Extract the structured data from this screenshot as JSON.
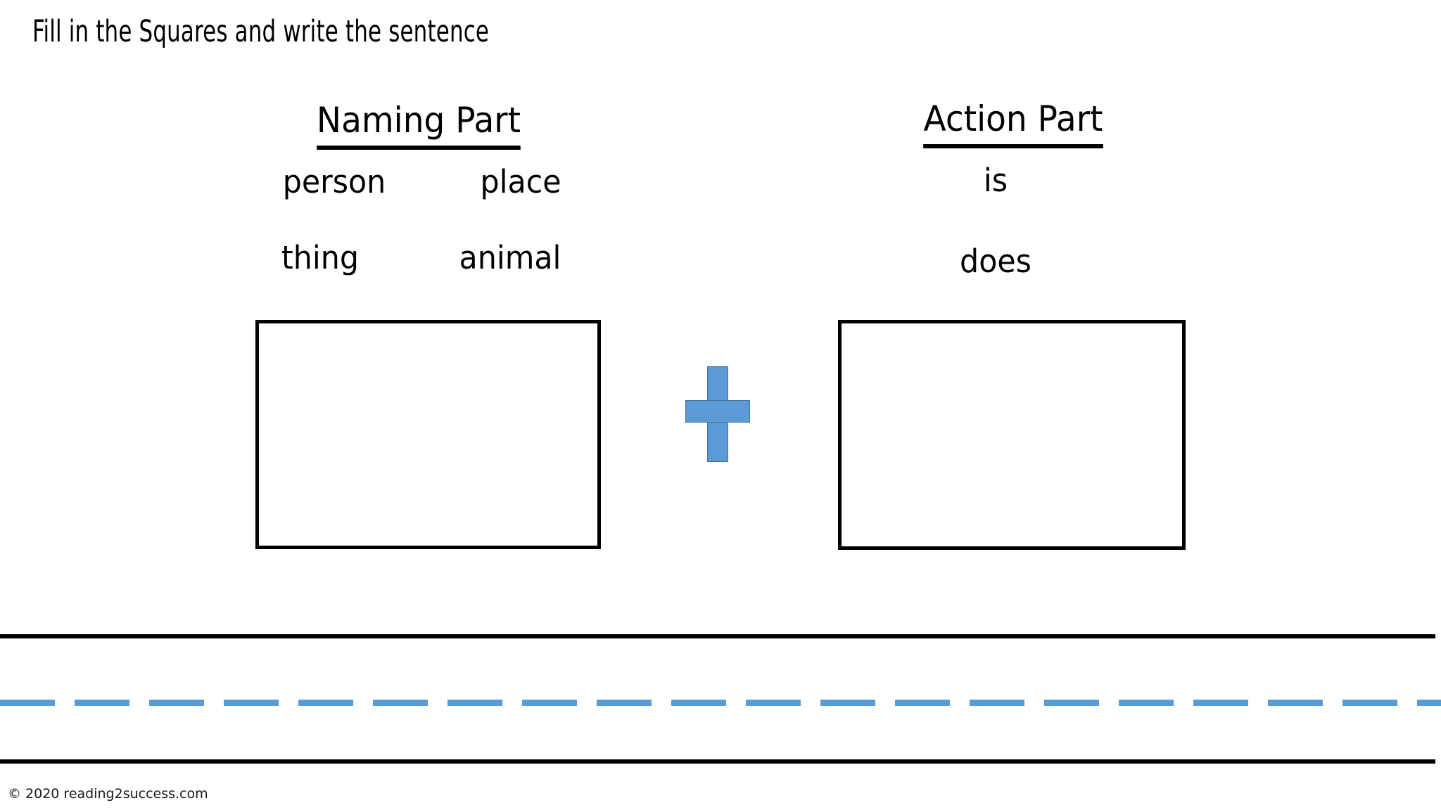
{
  "worksheet": {
    "title": "Fill in the Squares and write the sentence",
    "background_color": "#ffffff",
    "accent_color": "#5B9BD5",
    "accent_border_color": "#41719C",
    "line_color": "#000000"
  },
  "columns": [
    {
      "key": "naming",
      "heading": "Naming Part",
      "heading_underlined": true,
      "words": [
        {
          "id": "person",
          "label": "person"
        },
        {
          "id": "place",
          "label": "place"
        },
        {
          "id": "thing",
          "label": "thing"
        },
        {
          "id": "animal",
          "label": "animal"
        }
      ],
      "answer_box": {
        "value": "",
        "filled": false
      }
    },
    {
      "key": "action",
      "heading": "Action Part",
      "heading_underlined": true,
      "words": [
        {
          "id": "is",
          "label": "is"
        },
        {
          "id": "does",
          "label": "does"
        }
      ],
      "answer_box": {
        "value": "",
        "filled": false
      }
    }
  ],
  "operator": {
    "name": "plus-sign",
    "symbol": "+",
    "fill_color": "#5B9BD5",
    "stroke_color": "#41719C"
  },
  "writing_lines": {
    "top_rule_color": "#000000",
    "baseline_rule_color": "#000000",
    "midline_color": "#5B9BD5",
    "midline_style": "dashed",
    "written_text": ""
  },
  "footer": {
    "copyright": "© 2020 reading2success.com"
  }
}
